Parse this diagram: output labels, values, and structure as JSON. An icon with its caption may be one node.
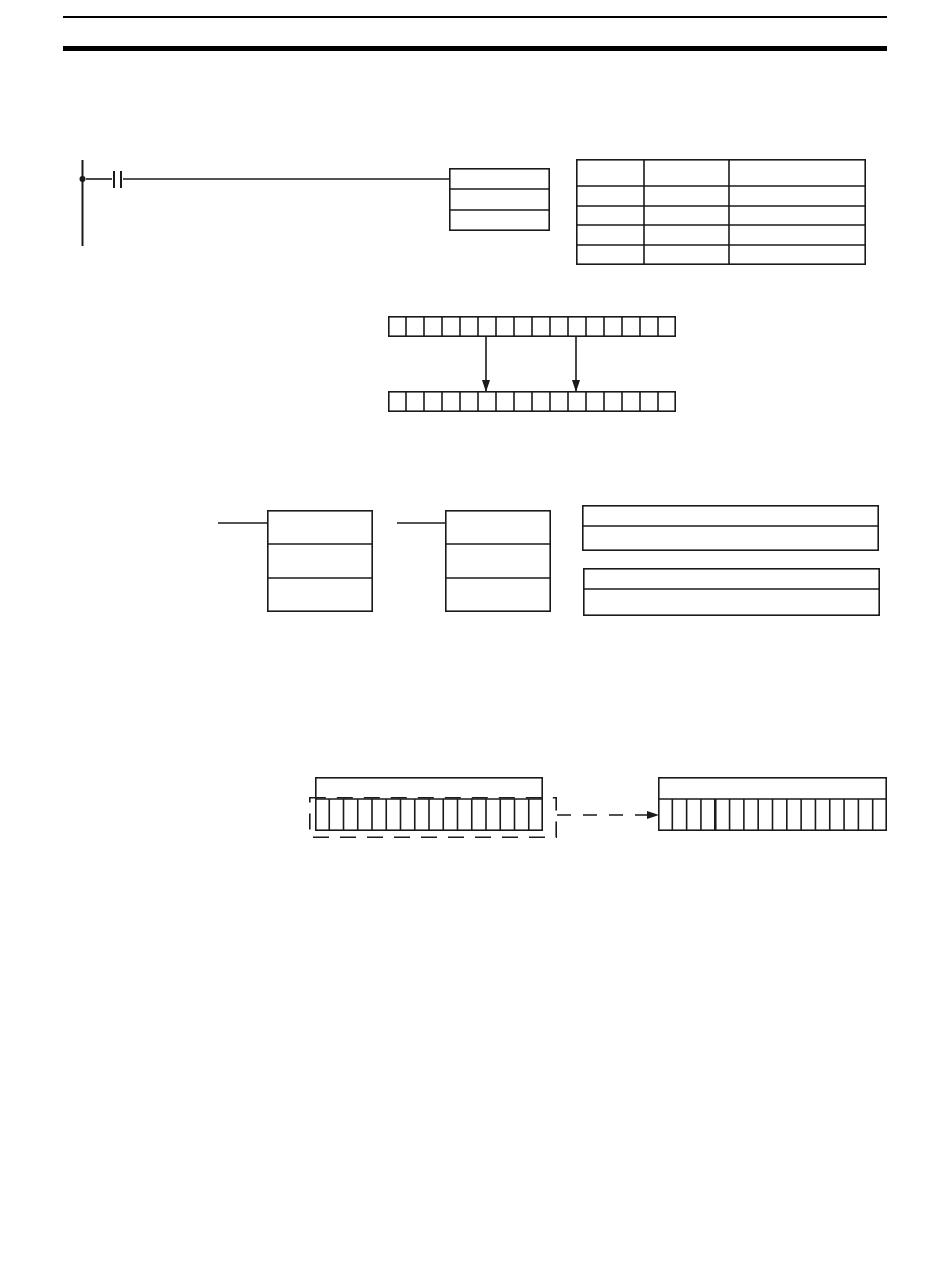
{
  "diagram": {
    "nodes": [
      {
        "text": [],
        "shape": "bar"
      },
      {
        "text": [],
        "shape": "contact"
      },
      {
        "text": [],
        "shape": "box"
      },
      {
        "text": [],
        "shape": "box"
      },
      {
        "text": [],
        "shape": "box"
      },
      {
        "text": [],
        "shape": "box"
      },
      {
        "text": [],
        "shape": "box"
      },
      {
        "text": [],
        "shape": "box"
      },
      {
        "text": [],
        "shape": "box"
      },
      {
        "text": [],
        "shape": "box"
      },
      {
        "text": [],
        "shape": "box"
      },
      {
        "text": [],
        "shape": "box"
      }
    ],
    "edges": [
      {
        "from": 0,
        "to": 1,
        "arrow": "none"
      },
      {
        "from": 1,
        "to": 2,
        "arrow": "none"
      },
      {
        "from": 3,
        "to": 4,
        "arrow": "to"
      },
      {
        "from": 3,
        "to": 4,
        "arrow": "to"
      },
      {
        "from": null,
        "to": 5,
        "arrow": "none"
      },
      {
        "from": null,
        "to": 6,
        "arrow": "none"
      },
      {
        "from": 10,
        "to": 11,
        "arrow": "to",
        "style": "dashed"
      }
    ]
  }
}
